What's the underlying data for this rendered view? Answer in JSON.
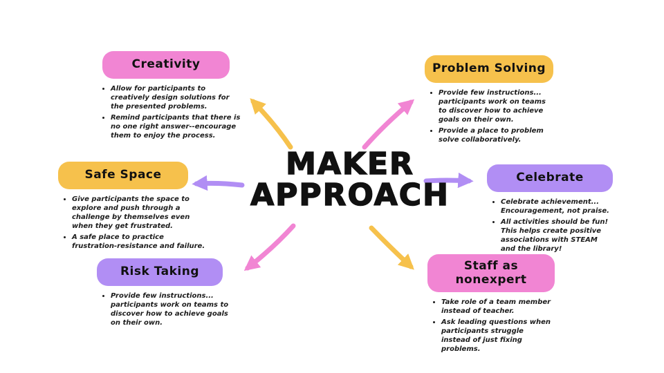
{
  "title": {
    "line1": "MAKER",
    "line2": "APPROACH"
  },
  "colors": {
    "pink": "#F185D3",
    "yellow": "#F6C14C",
    "purple": "#B18EF4",
    "text": "#111111",
    "background": "#FFFFFF"
  },
  "nodes": [
    {
      "id": "creativity",
      "label": "Creativity",
      "color": "pink",
      "bullets": [
        "Allow for participants to creatively design solutions for the presented problems.",
        "Remind participants that there is no one right answer--encourage them to enjoy the process."
      ]
    },
    {
      "id": "problem-solving",
      "label": "Problem Solving",
      "color": "yellow",
      "bullets": [
        "Provide few instructions... participants work on teams to discover how to achieve goals on their own.",
        "Provide a place to problem solve collaboratively."
      ]
    },
    {
      "id": "safe-space",
      "label": "Safe Space",
      "color": "yellow",
      "bullets": [
        "Give participants the space to explore and push through a challenge by themselves even when they get frustrated.",
        "A safe place to practice frustration-resistance and failure."
      ]
    },
    {
      "id": "celebrate",
      "label": "Celebrate",
      "color": "purple",
      "bullets": [
        "Celebrate achievement... Encouragement, not praise.",
        "All activities should be fun! This helps create positive associations with STEAM and the library!"
      ]
    },
    {
      "id": "risk-taking",
      "label": "Risk Taking",
      "color": "purple",
      "bullets": [
        "Provide few instructions... participants work on teams to discover how to achieve goals on their own."
      ]
    },
    {
      "id": "staff-as-nonexpert",
      "label": "Staff as nonexpert",
      "color": "pink",
      "bullets": [
        "Take role of a team member instead of teacher.",
        "Ask leading questions when participants struggle instead of just fixing problems."
      ]
    }
  ],
  "arrows": [
    {
      "from": "center",
      "to": "creativity",
      "color": "yellow"
    },
    {
      "from": "center",
      "to": "problem-solving",
      "color": "pink"
    },
    {
      "from": "center",
      "to": "safe-space",
      "color": "purple"
    },
    {
      "from": "center",
      "to": "celebrate",
      "color": "purple"
    },
    {
      "from": "center",
      "to": "risk-taking",
      "color": "pink"
    },
    {
      "from": "center",
      "to": "staff-as-nonexpert",
      "color": "yellow"
    }
  ]
}
